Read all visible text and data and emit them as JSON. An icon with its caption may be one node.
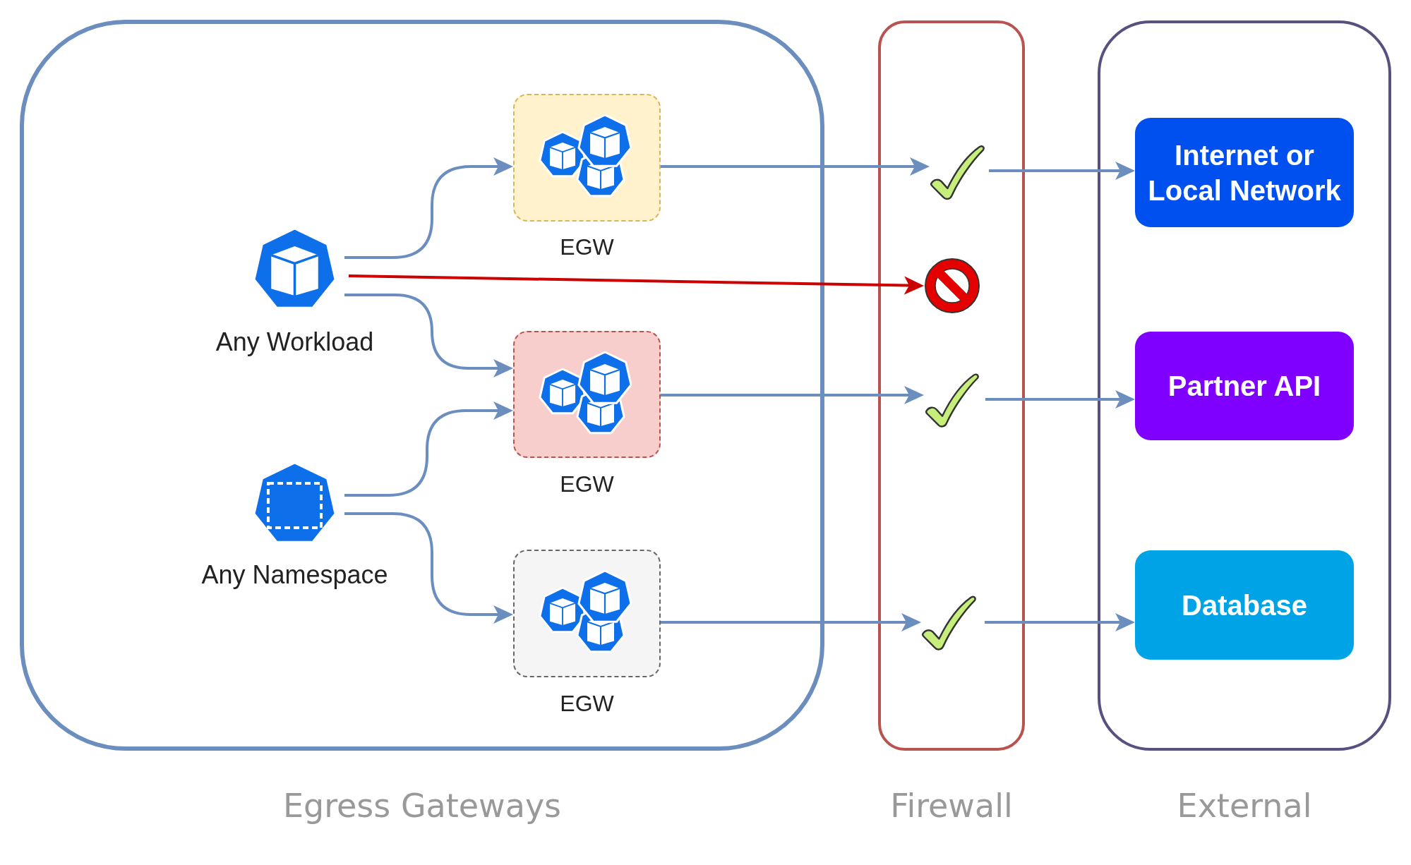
{
  "diagram": {
    "nodes": [
      {
        "text": [
          "Egress Gateways"
        ]
      },
      {
        "text": [
          "Any Workload"
        ],
        "in": 0
      },
      {
        "text": [
          "Any Namespace"
        ],
        "in": 0
      },
      {
        "text": [
          "EGW"
        ],
        "in": 0
      },
      {
        "text": [
          "EGW"
        ],
        "in": 0
      },
      {
        "text": [
          "EGW"
        ],
        "in": 0
      },
      {
        "text": [
          "Firewall"
        ]
      },
      {
        "text": [],
        "shape": "check",
        "in": 6
      },
      {
        "text": [],
        "shape": "stop",
        "in": 6
      },
      {
        "text": [],
        "shape": "check",
        "in": 6
      },
      {
        "text": [],
        "shape": "check",
        "in": 6
      },
      {
        "text": [
          "External"
        ]
      },
      {
        "text": [
          "Internet or Local Network"
        ],
        "in": 11
      },
      {
        "text": [
          "Partner API"
        ],
        "in": 11
      },
      {
        "text": [
          "Database"
        ],
        "in": 11
      }
    ],
    "edges": [
      {
        "from": 1,
        "to": 3,
        "arrow": "to"
      },
      {
        "from": 1,
        "to": 8,
        "arrow": "to",
        "color": "#cc0000"
      },
      {
        "from": 1,
        "to": 4,
        "arrow": "to"
      },
      {
        "from": 2,
        "to": 4,
        "arrow": "to"
      },
      {
        "from": 2,
        "to": 5,
        "arrow": "to"
      },
      {
        "from": 3,
        "to": 7,
        "arrow": "to"
      },
      {
        "from": 4,
        "to": 9,
        "arrow": "to"
      },
      {
        "from": 5,
        "to": 10,
        "arrow": "to"
      },
      {
        "from": 7,
        "to": 12,
        "arrow": "to"
      },
      {
        "from": 9,
        "to": 13,
        "arrow": "to"
      },
      {
        "from": 10,
        "to": 14,
        "arrow": "to"
      }
    ]
  }
}
